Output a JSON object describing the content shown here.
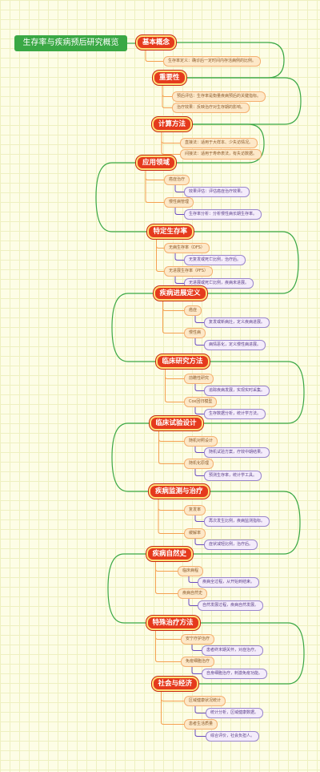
{
  "root": {
    "label": "生存率与疾病预后研究概览"
  },
  "sections": [
    {
      "title": "基本概念",
      "children": [
        {
          "text": "生存率定义：确诊后一定时间内存活病例的比例。"
        }
      ]
    },
    {
      "title": "重要性",
      "children": [
        {
          "text": "预后评估：生存率是衡量疾病预后的关键指标。"
        },
        {
          "text": "治疗效果：反映治疗对生存期的影响。"
        }
      ]
    },
    {
      "title": "计算方法",
      "children": [
        {
          "text": "直接法：适用于大样本、少失访情况。"
        },
        {
          "text": "间接法：适用于寿命表法，有失访数据。"
        }
      ]
    },
    {
      "title": "应用领域",
      "children": [
        {
          "text": "癌症治疗",
          "children": [
            {
              "text": "效果评估：评估癌症治疗效果。"
            }
          ]
        },
        {
          "text": "慢性病管理",
          "children": [
            {
              "text": "生存率分析：分析慢性病长期生存率。"
            }
          ]
        }
      ]
    },
    {
      "title": "特定生存率",
      "children": [
        {
          "text": "无病生存率（DFS）",
          "children": [
            {
              "text": "无复发或死亡比例，治疗后。"
            }
          ]
        },
        {
          "text": "无进展生存率（PFS）",
          "children": [
            {
              "text": "无进展或死亡比例，疾病未进展。"
            }
          ]
        }
      ]
    },
    {
      "title": "疾病进展定义",
      "children": [
        {
          "text": "癌症",
          "children": [
            {
              "text": "复发或新病灶，定义疾病进展。"
            }
          ]
        },
        {
          "text": "慢性病",
          "children": [
            {
              "text": "病情恶化，定义慢性病进展。"
            }
          ]
        }
      ]
    },
    {
      "title": "临床研究方法",
      "children": [
        {
          "text": "前瞻性研究",
          "children": [
            {
              "text": "追踪疾病发展，实现实时采集。"
            }
          ]
        },
        {
          "text": "Cox回归模型",
          "children": [
            {
              "text": "生存数据分析，统计学方法。"
            }
          ]
        }
      ]
    },
    {
      "title": "临床试验设计",
      "children": [
        {
          "text": "随机对照设计",
          "children": [
            {
              "text": "随机试验方案，疗效中期结果。"
            }
          ]
        },
        {
          "text": "随机化原理",
          "children": [
            {
              "text": "预测生存率，统计学工具。"
            }
          ]
        }
      ]
    },
    {
      "title": "疾病监测与治疗",
      "children": [
        {
          "text": "复发率",
          "children": [
            {
              "text": "再次发生比例，疾病监测指标。"
            }
          ]
        },
        {
          "text": "缓解率",
          "children": [
            {
              "text": "症状减轻比例，治疗后。"
            }
          ]
        }
      ]
    },
    {
      "title": "疾病自然史",
      "children": [
        {
          "text": "临床病程",
          "children": [
            {
              "text": "疾病全过程，从开始到结束。"
            }
          ]
        },
        {
          "text": "疾病自然史",
          "children": [
            {
              "text": "自然发展过程，疾病自然发展。"
            }
          ]
        }
      ]
    },
    {
      "title": "特殊治疗方法",
      "children": [
        {
          "text": "安宁疗护治疗",
          "children": [
            {
              "text": "患者终末期关怀，对症治疗。"
            }
          ]
        },
        {
          "text": "免疫细胞治疗",
          "children": [
            {
              "text": "自身细胞治疗，刺激免疫功能。"
            }
          ]
        }
      ]
    },
    {
      "title": "社会与经济",
      "children": [
        {
          "text": "区域健康状况统计",
          "children": [
            {
              "text": "统计分析，区域健康数据。"
            }
          ]
        },
        {
          "text": "患者生活质量",
          "children": [
            {
              "text": "综合评价，社会负担人。"
            }
          ]
        }
      ]
    }
  ],
  "colors": {
    "root": "#3aa845",
    "section": "#e53a1d",
    "spine": "#3aa845",
    "level2_line": "#f5a050",
    "level3_line": "#6a4bc0"
  }
}
